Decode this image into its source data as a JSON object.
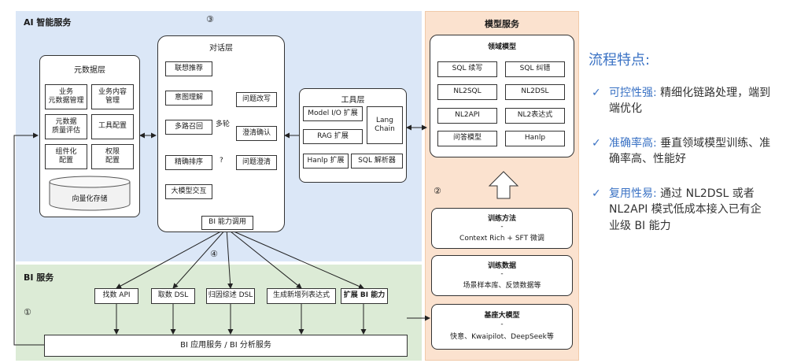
{
  "ai": {
    "title": "AI 智能服务",
    "marker": "③",
    "meta_layer": {
      "title": "元数据层",
      "items": [
        "业务\n元数据管理",
        "业务内容\n管理",
        "元数据\n质量评估",
        "工具配置",
        "组件化\n配置",
        "权限\n配置"
      ],
      "vector_store": "向量化存储"
    },
    "dialog_layer": {
      "title": "对话层",
      "steps": [
        "联想推荐",
        "意图理解",
        "多路召回",
        "精确排序",
        "大模型交互"
      ],
      "right_steps": [
        "问题改写",
        "澄清确认",
        "问题澄清"
      ],
      "multi_turn": "多轮",
      "dash_q": "?",
      "bi_call": "BI 能力调用"
    },
    "tool_layer": {
      "title": "工具层",
      "items": [
        "Model I/O 扩展",
        "Lang\nChain",
        "RAG 扩展",
        "Hanlp 扩展",
        "SQL 解析器"
      ]
    }
  },
  "bi": {
    "title": "BI 服务",
    "marker4": "④",
    "marker1": "①",
    "items": [
      "找数 API",
      "取数 DSL",
      "归因综述 DSL",
      "生成新增列表达式",
      "扩展 BI 能力"
    ],
    "app_service": "BI 应用服务 / BI 分析服务"
  },
  "model": {
    "title": "模型服务",
    "domain_title": "领域模型",
    "domain_items": [
      "SQL 续写",
      "SQL 纠错",
      "NL2SQL",
      "NL2DSL",
      "NL2API",
      "NL2表达式",
      "问答模型",
      "Hanlp"
    ],
    "marker": "②",
    "train_method": {
      "title": "训练方法",
      "dash": "-",
      "desc": "Context Rich + SFT 微调"
    },
    "train_data": {
      "title": "训练数据",
      "dash": "-",
      "desc": "场景样本库、反馈数据等"
    },
    "base_model": {
      "title": "基座大模型",
      "dash": "-",
      "desc": "快意、Kwaipilot、DeepSeek等"
    }
  },
  "features": {
    "title": "流程特点:",
    "items": [
      {
        "check": "✓",
        "key": "可控性强:",
        "text": "精细化链路处理，端到端优化"
      },
      {
        "check": "✓",
        "key": "准确率高:",
        "text": "垂直领域模型训练、准确率高、性能好"
      },
      {
        "check": "✓",
        "key": "复用性易:",
        "text": "通过 NL2DSL 或者 NL2API 模式低成本接入已有企业级 BI 能力"
      }
    ]
  },
  "colors": {
    "accent": "#3a72c4",
    "ai_bg": "#dbe7f7",
    "bi_bg": "#dcebd6",
    "model_bg": "#fbe2cf"
  }
}
